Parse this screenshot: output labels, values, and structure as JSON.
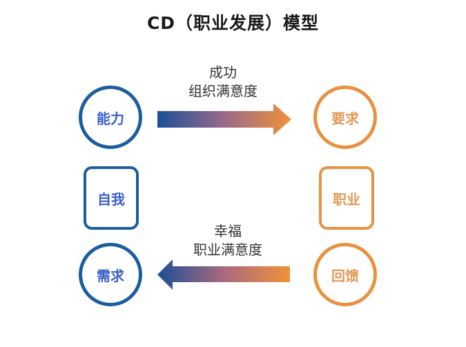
{
  "title": "CD（职业发展）模型",
  "colors": {
    "blue": "#1c5d9e",
    "blue_text": "#3a5fc8",
    "orange": "#e8913f",
    "orange_text": "#e39a55",
    "caption_text": "#333333"
  },
  "left_column": {
    "top": {
      "label": "能力",
      "shape": "circle"
    },
    "middle": {
      "label": "自我",
      "shape": "rounded-square"
    },
    "bottom": {
      "label": "需求",
      "shape": "circle"
    }
  },
  "right_column": {
    "top": {
      "label": "要求",
      "shape": "circle"
    },
    "middle": {
      "label": "职业",
      "shape": "rounded-square"
    },
    "bottom": {
      "label": "回馈",
      "shape": "circle"
    }
  },
  "arrows": {
    "top": {
      "direction": "right",
      "from": "能力",
      "to": "要求",
      "line1": "成功",
      "line2": "组织满意度",
      "gradient": [
        "#1c4f96",
        "#f0913a"
      ]
    },
    "bottom": {
      "direction": "left",
      "from": "回馈",
      "to": "需求",
      "line1": "幸福",
      "line2": "职业满意度",
      "gradient": [
        "#1c4f96",
        "#f0913a"
      ]
    }
  }
}
